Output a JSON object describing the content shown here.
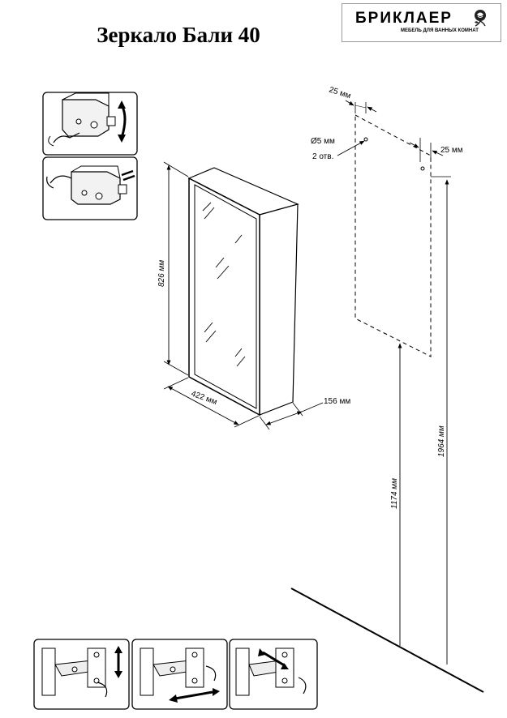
{
  "title": "Зеркало Бали 40",
  "logo": {
    "brand": "БРИКЛАЕР",
    "tagline": "МЕБЕЛЬ ДЛЯ ВАННЫХ КОМНАТ"
  },
  "dimensions": {
    "height": "826 мм",
    "width": "422 мм",
    "depth": "156 мм",
    "hole_offset_left": "25 мм",
    "hole_offset_right": "25 мм",
    "hole_diameter": "Ø5 мм",
    "hole_count": "2 отв.",
    "floor_to_mirror_bottom": "1174 мм",
    "floor_to_holes": "1964 мм"
  }
}
